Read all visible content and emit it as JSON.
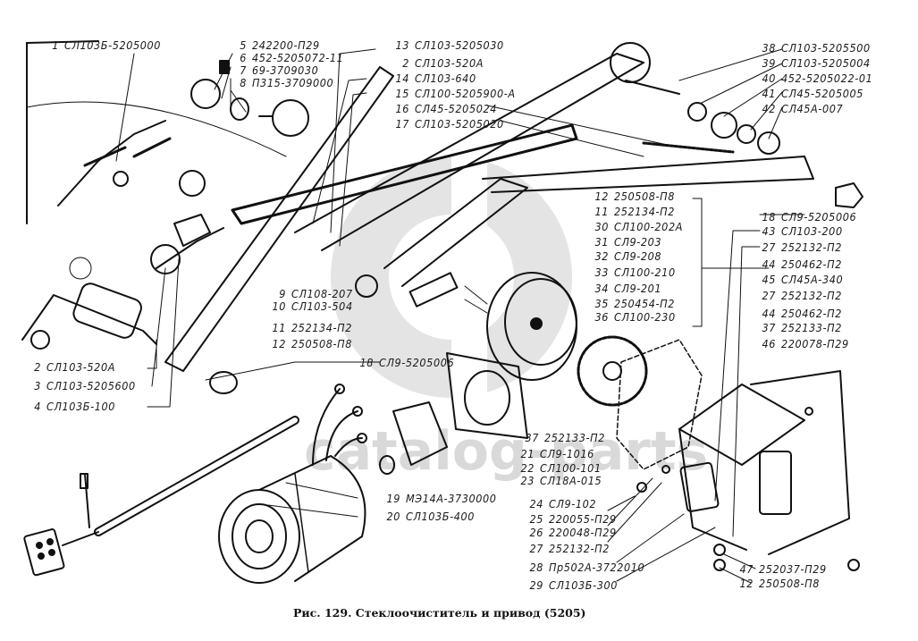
{
  "figure": {
    "caption": "Рис. 129. Стеклоочиститель и привод (5205)",
    "watermark": {
      "text": "catalog-parts",
      "logo": "gp",
      "color": "#d9d9d9"
    }
  },
  "callouts": [
    {
      "num": "1",
      "part": "СЛ103Б-5205000"
    },
    {
      "num": "5",
      "part": "242200-П29"
    },
    {
      "num": "6",
      "part": "452-5205072-11"
    },
    {
      "num": "7",
      "part": "69-3709030"
    },
    {
      "num": "8",
      "part": "П315-3709000"
    },
    {
      "num": "13",
      "part": "СЛ103-5205030"
    },
    {
      "num": "2",
      "part": "СЛ103-520А"
    },
    {
      "num": "14",
      "part": "СЛ103-640"
    },
    {
      "num": "15",
      "part": "СЛ100-5205900-А"
    },
    {
      "num": "16",
      "part": "СЛ45-5205024"
    },
    {
      "num": "17",
      "part": "СЛ103-5205020"
    },
    {
      "num": "38",
      "part": "СЛ103-5205500"
    },
    {
      "num": "39",
      "part": "СЛ103-5205004"
    },
    {
      "num": "40",
      "part": "452-5205022-01"
    },
    {
      "num": "41",
      "part": "СЛ45-5205005"
    },
    {
      "num": "42",
      "part": "СЛ45А-007"
    },
    {
      "num": "12",
      "part": "250508-П8"
    },
    {
      "num": "11",
      "part": "252134-П2"
    },
    {
      "num": "30",
      "part": "СЛ100-202А"
    },
    {
      "num": "31",
      "part": "СЛ9-203"
    },
    {
      "num": "32",
      "part": "СЛ9-208"
    },
    {
      "num": "33",
      "part": "СЛ100-210"
    },
    {
      "num": "34",
      "part": "СЛ9-201"
    },
    {
      "num": "35",
      "part": "250454-П2"
    },
    {
      "num": "36",
      "part": "СЛ100-230"
    },
    {
      "num": "18",
      "part": "СЛ9-5205006"
    },
    {
      "num": "43",
      "part": "СЛ103-200"
    },
    {
      "num": "27",
      "part": "252132-П2"
    },
    {
      "num": "44",
      "part": "250462-П2"
    },
    {
      "num": "45",
      "part": "СЛ45А-340"
    },
    {
      "num": "27",
      "part": "252132-П2"
    },
    {
      "num": "44",
      "part": "250462-П2"
    },
    {
      "num": "37",
      "part": "252133-П2"
    },
    {
      "num": "46",
      "part": "220078-П29"
    },
    {
      "num": "9",
      "part": "СЛ108-207"
    },
    {
      "num": "10",
      "part": "СЛ103-504"
    },
    {
      "num": "11",
      "part": "252134-П2"
    },
    {
      "num": "12",
      "part": "250508-П8"
    },
    {
      "num": "18",
      "part": "СЛ9-5205006"
    },
    {
      "num": "2",
      "part": "СЛ103-520А"
    },
    {
      "num": "3",
      "part": "СЛ103-5205600"
    },
    {
      "num": "4",
      "part": "СЛ103Б-100"
    },
    {
      "num": "37",
      "part": "252133-П2"
    },
    {
      "num": "21",
      "part": "СЛ9-1016"
    },
    {
      "num": "22",
      "part": "СЛ100-101"
    },
    {
      "num": "23",
      "part": "СЛ18А-015"
    },
    {
      "num": "19",
      "part": "МЭ14А-3730000"
    },
    {
      "num": "20",
      "part": "СЛ103Б-400"
    },
    {
      "num": "24",
      "part": "СЛ9-102"
    },
    {
      "num": "25",
      "part": "220055-П29"
    },
    {
      "num": "26",
      "part": "220048-П29"
    },
    {
      "num": "27",
      "part": "252132-П2"
    },
    {
      "num": "28",
      "part": "Пр502А-3722010"
    },
    {
      "num": "29",
      "part": "СЛ103Б-300"
    },
    {
      "num": "47",
      "part": "252037-П29"
    },
    {
      "num": "12",
      "part": "250508-П8"
    }
  ]
}
